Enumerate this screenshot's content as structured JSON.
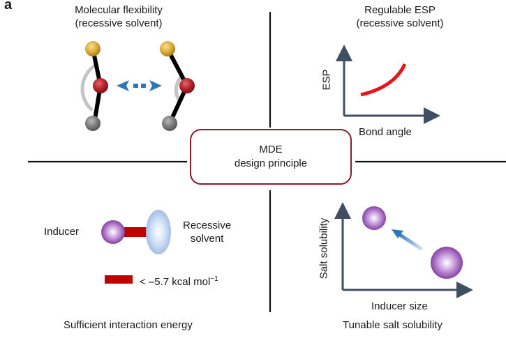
{
  "panel_label": "a",
  "center": {
    "line1": "MDE",
    "line2": "design principle"
  },
  "quadrants": {
    "top_left": {
      "title_line1": "Molecular flexibility",
      "title_line2": "(recessive solvent)"
    },
    "top_right": {
      "title_line1": "Regulable ESP",
      "title_line2": "(recessive solvent)",
      "y_axis": "ESP",
      "x_axis": "Bond angle"
    },
    "bottom_left": {
      "caption": "Sufficient interaction energy",
      "left_label": "Inducer",
      "right_label_line1": "Recessive",
      "right_label_line2": "solvent",
      "legend_text": "< –5.7 kcal mol",
      "legend_sup": "−1"
    },
    "bottom_right": {
      "caption": "Tunable salt solubility",
      "y_axis": "Salt solubility",
      "x_axis": "Inducer size"
    }
  },
  "colors": {
    "accent_box": "#8b1c2c",
    "arrow_blue": "#2f76b8",
    "curve_red": "#e8141b",
    "bond_red": "#c00000",
    "axis": "#3f4e63"
  }
}
